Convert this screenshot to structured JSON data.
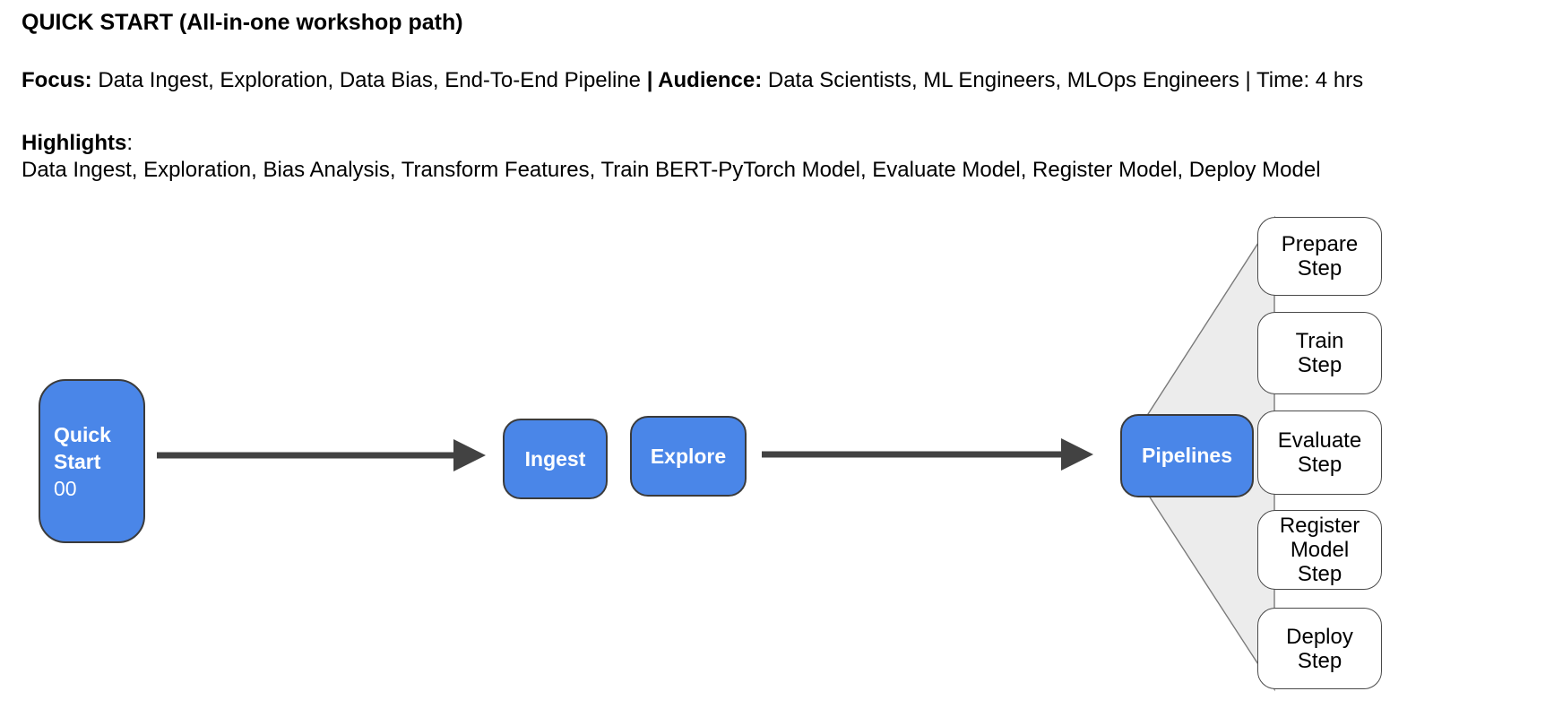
{
  "header": {
    "title": "QUICK START (All-in-one workshop path)",
    "focus_label": "Focus:",
    "focus_text": " Data Ingest, Exploration, Data Bias, End-To-End Pipeline ",
    "audience_label": "| Audience:",
    "audience_text": " Data Scientists, ML Engineers, MLOps Engineers | Time: 4 hrs",
    "highlights_label": "Highlights",
    "highlights_separator": ":",
    "highlights_text": "Data Ingest, Exploration, Bias Analysis, Transform Features, Train BERT-PyTorch Model, Evaluate Model, Register Model, Deploy Model"
  },
  "diagram": {
    "start_node": {
      "line1": "Quick",
      "line2": "Start",
      "line3": "00"
    },
    "ingest_label": "Ingest",
    "explore_label": "Explore",
    "pipelines_label": "Pipelines",
    "steps": [
      {
        "label": "Prepare\nStep"
      },
      {
        "label": "Train\nStep"
      },
      {
        "label": "Evaluate\nStep"
      },
      {
        "label": "Register\nModel\nStep"
      },
      {
        "label": "Deploy\nStep"
      }
    ],
    "colors": {
      "node_blue": "#4a86e8",
      "node_border": "#3b3b3b",
      "node_text": "#ffffff",
      "step_border": "#4a4a4a",
      "arrow_color": "#424242",
      "fan_fill": "#ececec",
      "fan_stroke": "#7a7a7a",
      "text_color": "#000000"
    }
  }
}
